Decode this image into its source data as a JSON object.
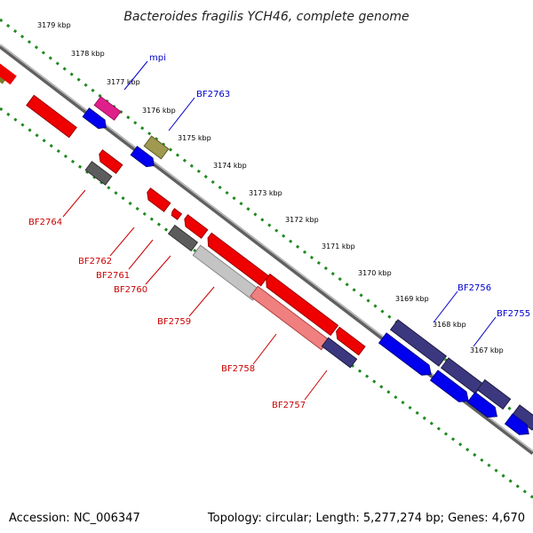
{
  "title": "Bacteroides fragilis YCH46, complete genome",
  "footer": {
    "accession": "Accession: NC_006347",
    "summary": "Topology: circular; Length: 5,277,274 bp; Genes: 4,670"
  },
  "scale_ticks": [
    "3179 kbp",
    "3178 kbp",
    "3177 kbp",
    "3176 kbp",
    "3175 kbp",
    "3174 kbp",
    "3173 kbp",
    "3172 kbp",
    "3171 kbp",
    "3170 kbp",
    "3169 kbp",
    "3168 kbp",
    "3167 kbp"
  ],
  "gene_labels": {
    "mpi": "mpi",
    "BF2763": "BF2763",
    "BF2756": "BF2756",
    "BF2755": "BF2755",
    "BF2764": "BF2764",
    "BF2762": "BF2762",
    "BF2761": "BF2761",
    "BF2760": "BF2760",
    "BF2759": "BF2759",
    "BF2758": "BF2758",
    "BF2757": "BF2757"
  },
  "colors": {
    "backbone": "#7a7a7a",
    "tick_dots": "#1f8a1f",
    "label_forward": "#0000cc",
    "label_reverse": "#cc0000",
    "feature_red": "#ee0000",
    "feature_blue": "#0000ee",
    "feature_purple": "#3c3880",
    "feature_magenta": "#e0208a",
    "feature_olive": "#a09a50",
    "feature_gray": "#5c5c5c",
    "feature_lightgray": "#c4c4c4",
    "feature_pink": "#f08080"
  }
}
